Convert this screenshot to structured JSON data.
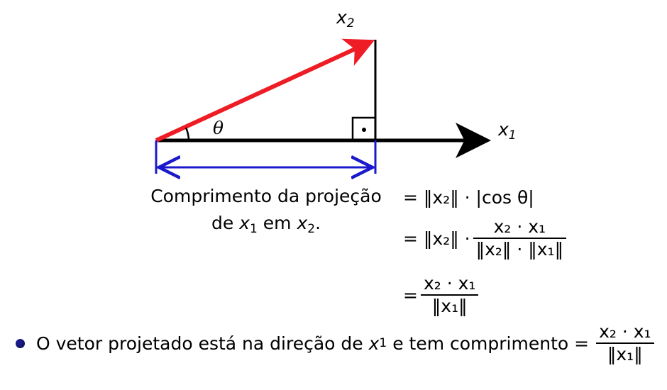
{
  "diagram": {
    "label_x2": "x",
    "label_x2_sub": "2",
    "label_x1": "x",
    "label_x1_sub": "1",
    "label_theta": "θ",
    "right_angle_mark": "·",
    "colors": {
      "vector_x2": "#ee1c24",
      "vector_x1": "#000000",
      "projection": "#1a1acc"
    }
  },
  "caption": {
    "line1": "Comprimento da projeção",
    "line2_pre": "de",
    "line2_var1": "x",
    "line2_sub1": "1",
    "line2_mid": "em",
    "line2_var2": "x",
    "line2_sub2": "2",
    "line2_end": "."
  },
  "equations": {
    "eq1": "= ‖x₂‖ · |cos θ|",
    "eq2_lhs": "= ‖x₂‖ ·",
    "eq2_num": "x₂ · x₁",
    "eq2_den": "‖x₂‖ · ‖x₁‖",
    "eq3_lhs": "=",
    "eq3_num": "x₂ · x₁",
    "eq3_den": "‖x₁‖"
  },
  "bullet": {
    "text_pre": "O vetor projetado está na direção de",
    "var": "x",
    "var_sub": "1",
    "text_post": "e tem comprimento =",
    "frac_num": "x₂ · x₁",
    "frac_den": "‖x₁‖"
  }
}
